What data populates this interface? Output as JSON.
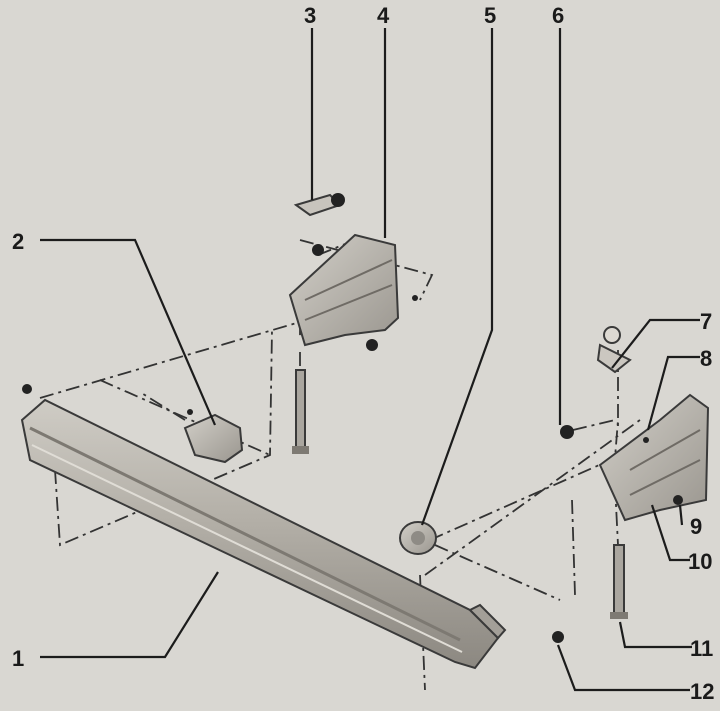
{
  "diagram": {
    "callouts": [
      {
        "id": 1,
        "label": "1"
      },
      {
        "id": 2,
        "label": "2"
      },
      {
        "id": 3,
        "label": "3"
      },
      {
        "id": 4,
        "label": "4"
      },
      {
        "id": 5,
        "label": "5"
      },
      {
        "id": 6,
        "label": "6"
      },
      {
        "id": 7,
        "label": "7"
      },
      {
        "id": 8,
        "label": "8"
      },
      {
        "id": 9,
        "label": "9"
      },
      {
        "id": 10,
        "label": "10"
      },
      {
        "id": 11,
        "label": "11"
      },
      {
        "id": 12,
        "label": "12"
      }
    ]
  },
  "colors": {
    "background": "#d9d7d2",
    "part_fill": "#b9b6af",
    "part_shade": "#8e8b85",
    "ink": "#1a1a1a"
  }
}
